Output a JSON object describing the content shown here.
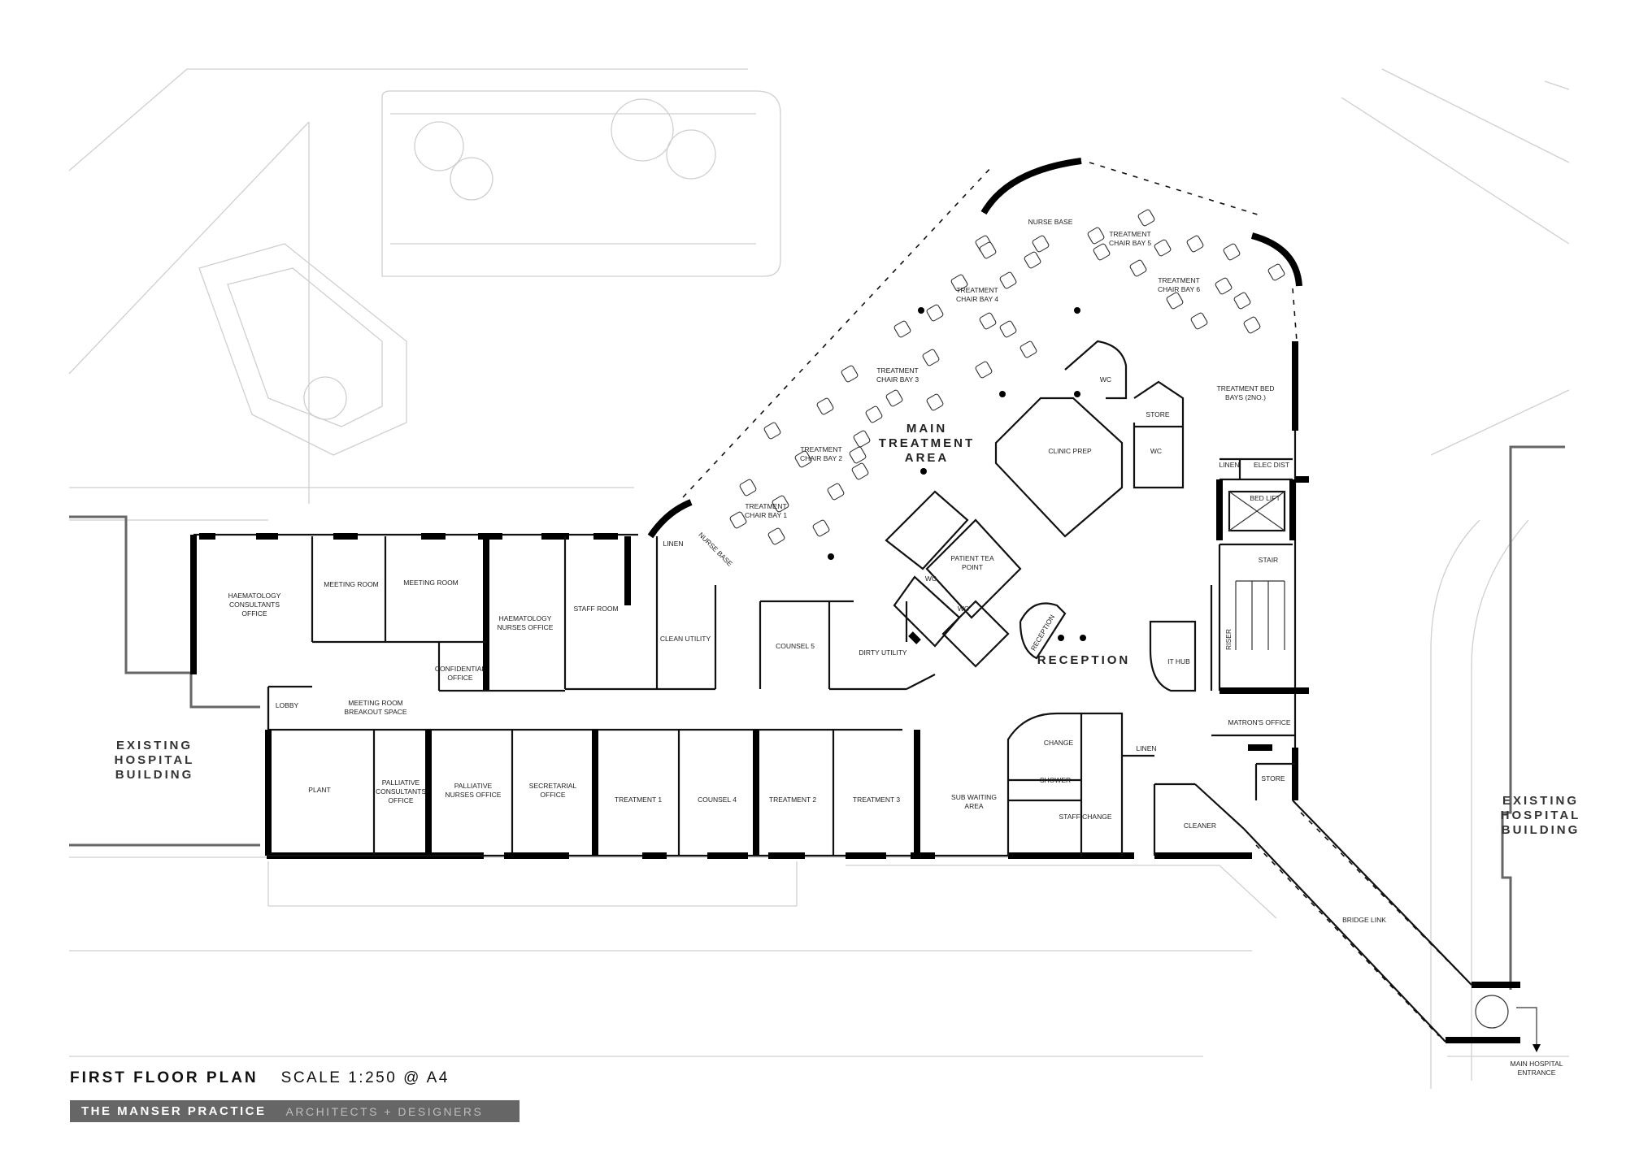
{
  "plan": {
    "zones": {
      "main_treatment": [
        "MAIN",
        "TREATMENT",
        "AREA"
      ],
      "reception": "RECEPTION",
      "existing_left": [
        "EXISTING",
        "HOSPITAL",
        "BUILDING"
      ],
      "existing_right": [
        "EXISTING",
        "HOSPITAL",
        "BUILDING"
      ]
    },
    "rooms": {
      "nurse_base_top": "NURSE BASE",
      "chair_bay_5": [
        "TREATMENT",
        "CHAIR BAY 5"
      ],
      "chair_bay_6": [
        "TREATMENT",
        "CHAIR BAY 6"
      ],
      "chair_bay_4": [
        "TREATMENT",
        "CHAIR BAY 4"
      ],
      "chair_bay_3": [
        "TREATMENT",
        "CHAIR BAY 3"
      ],
      "chair_bay_2": [
        "TREATMENT",
        "CHAIR BAY 2"
      ],
      "chair_bay_1": [
        "TREATMENT",
        "CHAIR BAY 1"
      ],
      "bed_bays": [
        "TREATMENT BED",
        "BAYS (2NO.)"
      ],
      "wc_top": "WC",
      "store_top": "STORE",
      "wc_mid": "WC",
      "clinic_prep": "CLINIC PREP",
      "linen_right": "LINEN",
      "elec_dist": "ELEC DIST",
      "bed_lift": "BED LIFT",
      "stair": "STAIR",
      "riser": "RISER",
      "it_hub": "IT HUB",
      "patient_tea": [
        "PATIENT TEA",
        "POINT"
      ],
      "wc_tea_a": "WC",
      "wc_tea_b": "WC",
      "reception_desk": "RECEPTION",
      "linen_left": "LINEN",
      "nurse_base_left": "NURSE BASE",
      "haem_consult": [
        "HAEMATOLOGY",
        "CONSULTANTS",
        "OFFICE"
      ],
      "meeting_1": "MEETING ROOM",
      "meeting_2": "MEETING ROOM",
      "haem_nurses": [
        "HAEMATOLOGY",
        "NURSES OFFICE"
      ],
      "staff_room": "STAFF ROOM",
      "clean_utility": "CLEAN UTILITY",
      "counsel_5": "COUNSEL 5",
      "dirty_utility": "DIRTY UTILITY",
      "confidential": [
        "CONFIDENTIAL",
        "OFFICE"
      ],
      "lobby": "LOBBY",
      "breakout": [
        "MEETING ROOM",
        "BREAKOUT SPACE"
      ],
      "plant": "PLANT",
      "pall_consult": [
        "PALLIATIVE",
        "CONSULTANTS",
        "OFFICE"
      ],
      "pall_nurses": [
        "PALLIATIVE",
        "NURSES OFFICE"
      ],
      "secretarial": [
        "SECRETARIAL",
        "OFFICE"
      ],
      "treatment_1": "TREATMENT 1",
      "counsel_4": "COUNSEL 4",
      "treatment_2": "TREATMENT 2",
      "treatment_3": "TREATMENT 3",
      "sub_waiting": [
        "SUB WAITING",
        "AREA"
      ],
      "change": "CHANGE",
      "shower": "SHOWER",
      "linen_bottom": "LINEN",
      "staff_change": "STAFF CHANGE",
      "cleaner": "CLEANER",
      "matrons": "MATRON'S OFFICE",
      "store_bottom": "STORE",
      "bridge_link": "BRIDGE LINK",
      "main_entrance": [
        "MAIN HOSPITAL",
        "ENTRANCE"
      ]
    }
  },
  "title_block": {
    "title": "FIRST FLOOR PLAN",
    "scale": "SCALE 1:250 @ A4",
    "practice": "THE MANSER PRACTICE",
    "subtitle": "ARCHITECTS + DESIGNERS"
  }
}
